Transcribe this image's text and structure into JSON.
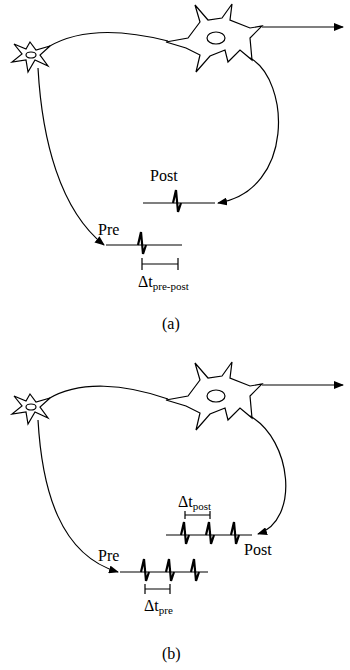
{
  "diagram": {
    "labels": [
      "Post",
      "Pre",
      "Δt",
      "pre-post",
      "(a)",
      "Δt",
      "post",
      "Pre",
      "Post",
      "Δt",
      "pre",
      "(b)"
    ]
  }
}
